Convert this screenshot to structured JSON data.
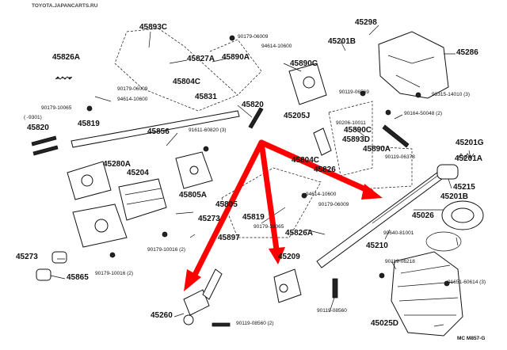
{
  "watermark": "TOYOTA.JAPANCARTS.RU",
  "figure_code": "MC M857-G",
  "pointer_color": "#ff0000",
  "callouts": {
    "p45893C": "45893C",
    "p45298": "45298",
    "p90179_06009_top": "90179-06009",
    "p94614_10600_top": "94614-10600",
    "p45826A_top": "45826A",
    "p45827A": "45827A",
    "p45890A_top": "45890A",
    "p45201B": "45201B",
    "p45286": "45286",
    "p45890C_top": "45890C",
    "p45804C_top": "45804C",
    "p90179_06009_mid": "90179-06009",
    "p94614_10600_mid": "94614-10600",
    "p90179_10065_left": "90179-10065",
    "p9301": "( -9301)",
    "p45819_left": "45819",
    "p45831": "45831",
    "p90119_06569": "90119-06569",
    "p93315_14010": "93315-14010 (3)",
    "p45820_top": "45820",
    "p45820_left": "45820",
    "p45856": "45856",
    "p91611_60820": "91611-60820 (3)",
    "p45205J": "45205J",
    "p90206_10011": "90206-10011",
    "p45890C_mid": "45890C",
    "p90164_50048": "90164-50048 (2)",
    "p45893D": "45893D",
    "p45890A_mid": "45890A",
    "p45201G": "45201G",
    "p90119_06378": "90119-06378",
    "p45280A": "45280A",
    "p45804C_mid": "45804C",
    "p45826": "45826",
    "p45201A": "45201A",
    "p45204": "45204",
    "p45215": "45215",
    "p94614_10600_low": "94614-10600",
    "p45805A": "45805A",
    "p45805": "45805",
    "p90179_06009_low": "90179-06009",
    "p45201B_low": "45201B",
    "p45819_mid": "45819",
    "p45273_mid": "45273",
    "p45026": "45026",
    "p90179_10065_mid": "90179-10065",
    "p45826A_low": "45826A",
    "p90640_81001": "90640-81001",
    "p45897": "45897",
    "p45210": "45210",
    "p45273_left": "45273",
    "p90179_10016_mid": "90179-10016 (2)",
    "p45209": "45209",
    "p90119_06218": "90119-06218",
    "p45865": "45865",
    "p90179_10016_left": "90179-10016 (2)",
    "p91651_60614": "91651-60614 (3)",
    "p45260": "45260",
    "p90119_08560_right": "90119-08560",
    "p90119_08560_low": "90119-08560 (2)",
    "p45025D": "45025D"
  }
}
